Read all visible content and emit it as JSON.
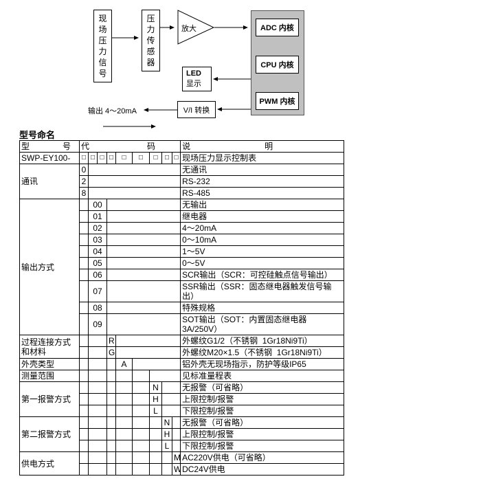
{
  "diagram": {
    "field_signal": "现场压力信号",
    "sensor": "压力传感器",
    "amplifier": "放大",
    "mcu_blocks": {
      "adc": "ADC 内核",
      "cpu": "CPU 内核",
      "pwm": "PWM 内核"
    },
    "led": {
      "line1": "LED",
      "line2": "显示"
    },
    "vi_converter": "V/I 转换",
    "output_label": "输出 4～20mA",
    "colors": {
      "mcu_fill": "#c0c0c0",
      "line": "#000000"
    }
  },
  "section_title": "型号命名",
  "table": {
    "header": {
      "model": "型　　　　号",
      "code": "代　　　　　　　码",
      "desc": "说　　　　　　　　　明"
    },
    "model_row": {
      "model": "SWP-EY100-",
      "checkbox": "□",
      "desc": "现场压力显示控制表"
    },
    "groups": [
      {
        "label": "通讯",
        "rows": [
          {
            "code": "0",
            "desc": "无通讯"
          },
          {
            "code": "2",
            "desc": "RS-232"
          },
          {
            "code": "8",
            "desc": "RS-485"
          }
        ]
      },
      {
        "label": "输出方式",
        "rows": [
          {
            "code": "00",
            "desc": "无输出"
          },
          {
            "code": "01",
            "desc": "继电器"
          },
          {
            "code": "02",
            "desc": "4～20mA"
          },
          {
            "code": "03",
            "desc": "0～10mA"
          },
          {
            "code": "04",
            "desc": "1～5V"
          },
          {
            "code": "05",
            "desc": "0～5V"
          },
          {
            "code": "06",
            "desc": "SCR输出（SCR：可控硅触点信号输出）"
          },
          {
            "code": "07",
            "desc": "SSR输出（SSR：固态继电器触发信号输\n出）"
          },
          {
            "code": "08",
            "desc": "特殊规格"
          },
          {
            "code": "09",
            "desc": "SOT输出（SOT：内置固态继电器\n3A/250V）"
          }
        ]
      },
      {
        "label": "过程连接方式和材料",
        "rows": [
          {
            "code": "R",
            "desc": "外螺纹G1/2（不锈钢  1Gr18Ni9Ti）"
          },
          {
            "code": "G",
            "desc": "外螺纹M20×1.5（不锈钢  1Gr18Ni9Ti）"
          }
        ]
      },
      {
        "label": "外壳类型",
        "rows": [
          {
            "code": "A",
            "desc": "铝外壳无现场指示，防护等级IP65"
          }
        ]
      },
      {
        "label": "测量范围",
        "rows": [
          {
            "code": "",
            "desc": "见标准量程表"
          }
        ]
      },
      {
        "label": "第一报警方式",
        "rows": [
          {
            "code": "N",
            "desc": "无报警（可省略）"
          },
          {
            "code": "H",
            "desc": "上限控制/报警"
          },
          {
            "code": "L",
            "desc": "下限控制/报警"
          }
        ]
      },
      {
        "label": "第二报警方式",
        "rows": [
          {
            "code": "N",
            "desc": "无报警（可省略）"
          },
          {
            "code": "H",
            "desc": "上限控制/报警"
          },
          {
            "code": "L",
            "desc": "下限控制/报警"
          }
        ]
      },
      {
        "label": "供电方式",
        "rows": [
          {
            "code": "M",
            "desc": "AC220V供电（可省略）"
          },
          {
            "code": "W",
            "desc": "DC24V供电"
          }
        ]
      }
    ]
  }
}
